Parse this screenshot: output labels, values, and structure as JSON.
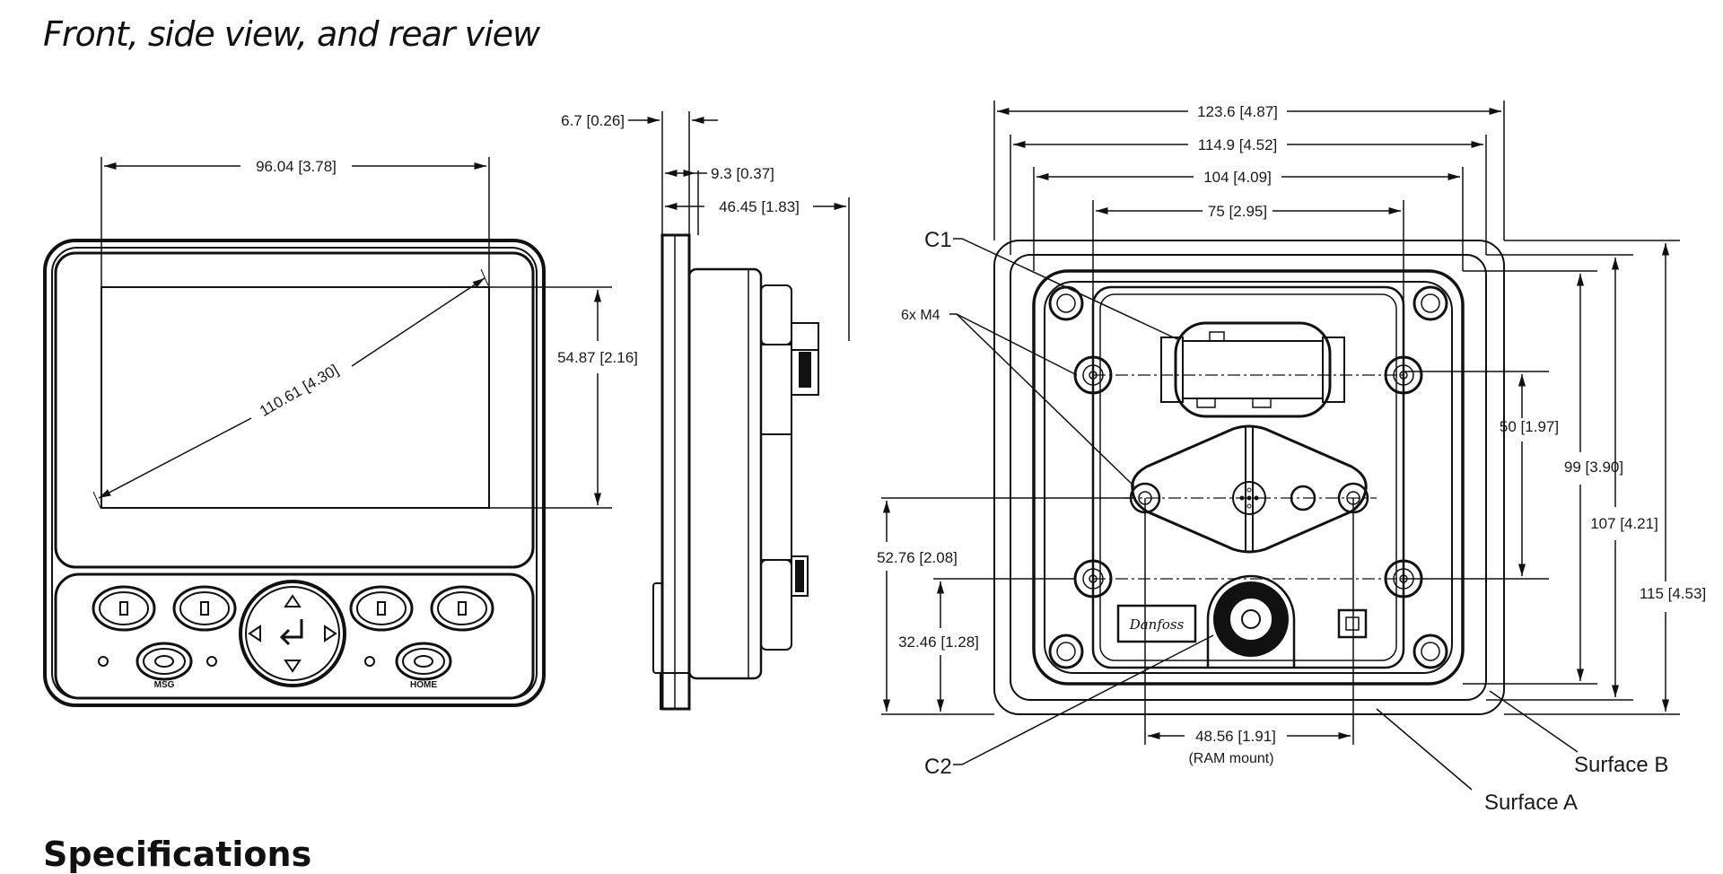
{
  "page": {
    "title": "Front, side view, and rear view",
    "next_heading": "Specifications"
  },
  "front_view": {
    "width_label": "96.04 [3.78]",
    "diagonal_label": "110.61 [4.30]",
    "height_label": "54.87 [2.16]",
    "buttons": {
      "left_small_label": "MSG",
      "right_small_label": "HOME",
      "softkey_count": 4,
      "nav_pad_icons": [
        "up-arrow",
        "down-arrow",
        "left-arrow",
        "right-arrow",
        "enter"
      ]
    }
  },
  "side_view": {
    "front_bezel_label": "6.7 [0.26]",
    "bezel_total_label": "9.3 [0.37]",
    "depth_label": "46.45 [1.83]"
  },
  "rear_view": {
    "width_labels": {
      "overall": "123.6 [4.87]",
      "surface_b": "114.9 [4.52]",
      "housing": "104 [4.09]",
      "hole_spacing": "75 [2.95]"
    },
    "height_labels": {
      "hole_spacing_vertical": "50 [1.97]",
      "housing": "99 [3.90]",
      "surface_b": "107 [4.21]",
      "overall": "115 [4.53]",
      "ram_mount_center": "52.76 [2.08]",
      "c2_center": "32.46 [1.28]"
    },
    "ram_mount_label": "48.56 [1.91]",
    "ram_mount_caption": "(RAM mount)",
    "callouts": {
      "c1": "C1",
      "c2": "C2",
      "screws": "6x M4",
      "surface_a": "Surface A",
      "surface_b": "Surface B"
    },
    "logo_text": "Danfoss"
  }
}
